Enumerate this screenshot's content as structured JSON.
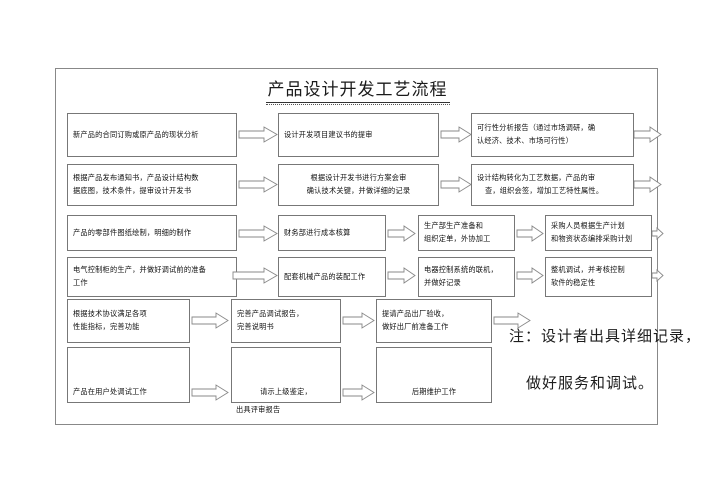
{
  "document": {
    "title": "产品设计开发工艺流程"
  },
  "note": {
    "line1": "注：设计者出具详细记录，",
    "line2": "做好服务和调试。"
  },
  "captions": {
    "review_report": "出具评审报告"
  },
  "colors": {
    "border": "#888888",
    "box_border": "#777777",
    "arrow_stroke": "#888888",
    "text": "#111111",
    "background": "#ffffff"
  },
  "flow": {
    "rows": [
      {
        "row": 1,
        "boxes": [
          {
            "id": "r1b1",
            "lines": [
              "新产品的合同订购或原产品的现状分析"
            ]
          },
          {
            "id": "r1b2",
            "lines": [
              "设计开发项目建议书的提审"
            ]
          },
          {
            "id": "r1b3",
            "lines": [
              "可行性分析报告（通过市场调研，确",
              "认经济、技术、市场可行性）"
            ]
          }
        ]
      },
      {
        "row": 2,
        "boxes": [
          {
            "id": "r2b1",
            "lines": [
              "根据产品发布通知书，产品设计结构数",
              "据底图，技术条件，提审设计开发书"
            ]
          },
          {
            "id": "r2b2",
            "lines": [
              "根据设计开发书进行方案会审",
              "确认技术关键，并做详细的记录"
            ]
          },
          {
            "id": "r2b3",
            "lines": [
              "设计结构转化为工艺数据，产品的审",
              "查，组织会签，增加工艺特性属性。"
            ]
          }
        ]
      },
      {
        "row": 3,
        "boxes": [
          {
            "id": "r3b1",
            "lines": [
              "产品的零部件图纸绘制，明细的制作"
            ]
          },
          {
            "id": "r3b2",
            "lines": [
              "财务部进行成本核算"
            ]
          },
          {
            "id": "r3b3",
            "lines": [
              "生产部生产准备和",
              "组织定单，外协加工"
            ]
          },
          {
            "id": "r3b4",
            "lines": [
              "采购人员根据生产计划",
              "和物资状态编排采购计划"
            ]
          }
        ]
      },
      {
        "row": 4,
        "boxes": [
          {
            "id": "r4b1",
            "lines": [
              "电气控制柜的生产，并做好调试前的准备",
              "工作"
            ]
          },
          {
            "id": "r4b2",
            "lines": [
              "配套机械产品的装配工作"
            ]
          },
          {
            "id": "r4b3",
            "lines": [
              "电器控制系统的联机，",
              "并做好记录"
            ]
          },
          {
            "id": "r4b4",
            "lines": [
              "整机调试，并考核控制",
              "软件的稳定性"
            ]
          }
        ]
      },
      {
        "row": 5,
        "boxes": [
          {
            "id": "r5b1",
            "lines": [
              "根据技术协议满足各项",
              "性能指标，完善功能"
            ]
          },
          {
            "id": "r5b2",
            "lines": [
              "完善产品调试报告，",
              "完善说明书"
            ]
          },
          {
            "id": "r5b3",
            "lines": [
              "提请产品出厂验收，",
              "做好出厂前准备工作"
            ]
          }
        ]
      },
      {
        "row": 6,
        "boxes": [
          {
            "id": "r6b1",
            "lines": [
              "产品在用户处调试工作"
            ]
          },
          {
            "id": "r6b2",
            "lines": [
              "请示上级鉴定，"
            ]
          },
          {
            "id": "r6b3",
            "lines": [
              "后期维护工作"
            ]
          }
        ]
      }
    ]
  }
}
